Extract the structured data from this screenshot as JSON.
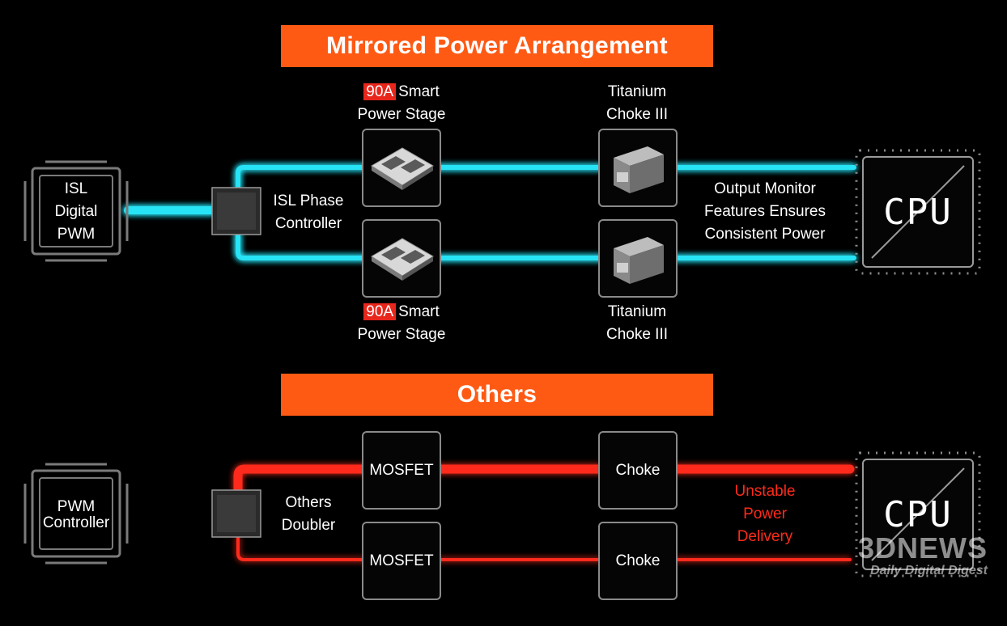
{
  "sections": {
    "top_title": "Mirrored Power Arrangement",
    "bottom_title": "Others"
  },
  "top": {
    "pwm_label": [
      "ISL",
      "Digital",
      "PWM"
    ],
    "controller_label": [
      "ISL Phase",
      "Controller"
    ],
    "stage_top": {
      "badge": "90A",
      "line1": "Smart",
      "line2": "Power Stage"
    },
    "stage_bottom": {
      "badge": "90A",
      "line1": "Smart",
      "line2": "Power Stage"
    },
    "choke_top": [
      "Titanium",
      "Choke III"
    ],
    "choke_bottom": [
      "Titanium",
      "Choke III"
    ],
    "monitor_label": [
      "Output Monitor",
      "Features Ensures",
      "Consistent Power"
    ],
    "cpu": "CPU"
  },
  "bottom": {
    "pwm_label": [
      "PWM",
      "Controller"
    ],
    "doubler_label": [
      "Others",
      "Doubler"
    ],
    "mosfet_top": "MOSFET",
    "mosfet_bottom": "MOSFET",
    "choke_top": "Choke",
    "choke_bottom": "Choke",
    "unstable_label": [
      "Unstable",
      "Power",
      "Delivery"
    ],
    "cpu": "CPU"
  },
  "watermark": {
    "main": "3DNEWS",
    "sub": "Daily Digital Digest"
  },
  "colors": {
    "accent": "#ff5a14",
    "cyan": "#27e3f5",
    "red": "#ff2a1a",
    "badge": "#e8261c"
  }
}
